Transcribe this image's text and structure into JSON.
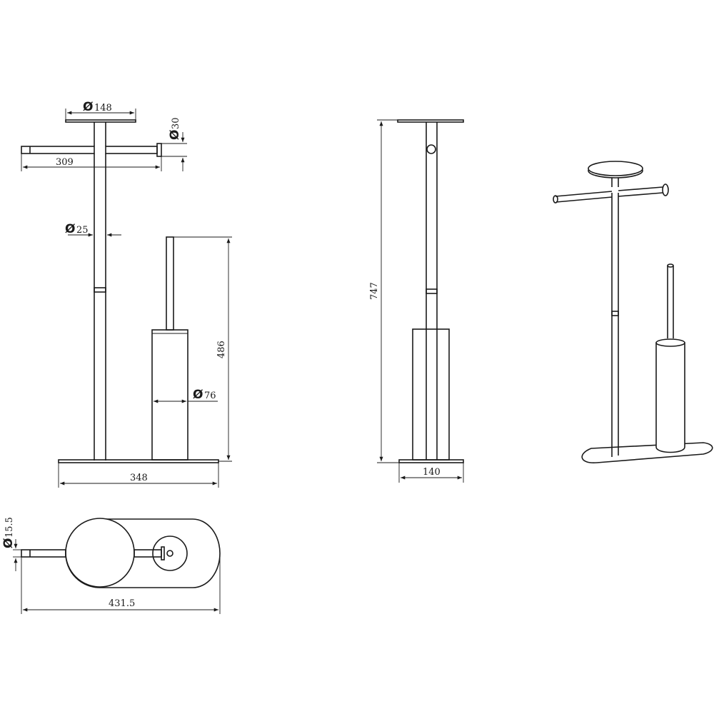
{
  "dimensions": {
    "top_plate_diameter": {
      "symbol": "Ø",
      "value": "148"
    },
    "end_cap_diameter": {
      "symbol": "Ø",
      "value": "30"
    },
    "arm_span": "309",
    "pole_diameter": {
      "symbol": "Ø",
      "value": "25"
    },
    "brush_height": "486",
    "holder_diameter": {
      "symbol": "Ø",
      "value": "76"
    },
    "base_width": "348",
    "total_height": "747",
    "base_depth": "140",
    "arm_rod_diameter": {
      "symbol": "Ø",
      "value": "15.5"
    },
    "top_view_length": "431.5"
  }
}
